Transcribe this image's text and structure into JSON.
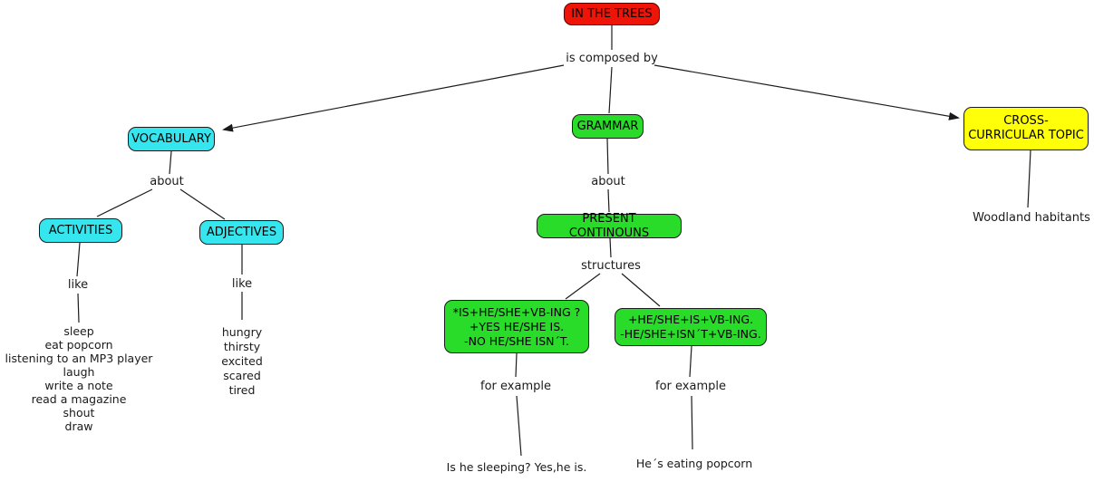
{
  "colors": {
    "red": "#ee1408",
    "red-border": "#5a0000",
    "cyan": "#35e6ee",
    "green": "#29dc29",
    "yellow": "#ffff0a",
    "line": "#1c1c1c",
    "text": "#000000"
  },
  "nodes": {
    "root": "IN THE TREES",
    "vocabulary": "VOCABULARY",
    "grammar": "GRAMMAR",
    "cross_curricular": "CROSS-CURRICULAR TOPIC",
    "activities": "ACTIVITIES",
    "adjectives": "ADJECTIVES",
    "present_continouns": "PRESENT CONTINOUNS",
    "structure_question": {
      "lines": [
        "*IS+HE/SHE+VB-ING ?",
        "+YES HE/SHE IS.",
        "-NO HE/SHE ISN´T."
      ]
    },
    "structure_affirmative": {
      "lines": [
        "+HE/SHE+IS+VB-ING.",
        "-HE/SHE+ISN´T+VB-ING."
      ]
    },
    "activities_examples": [
      "sleep",
      "eat popcorn",
      "listening to an MP3 player",
      "laugh",
      "write a note",
      "read a magazine",
      "shout",
      "draw"
    ],
    "adjectives_examples": [
      "hungry",
      "thirsty",
      "excited",
      "scared",
      "tired"
    ],
    "example_question": "Is he sleeping? Yes,he is.",
    "example_affirmative": "He´s eating popcorn",
    "topic": "Woodland habitants"
  },
  "linking_phrases": {
    "composed": "is composed by",
    "vocabulary_about": "about",
    "grammar_about": "about",
    "activities_like": "like",
    "adjectives_like": "like",
    "structures": "structures",
    "for_example_question": "for example",
    "for_example_affirmative": "for example"
  }
}
